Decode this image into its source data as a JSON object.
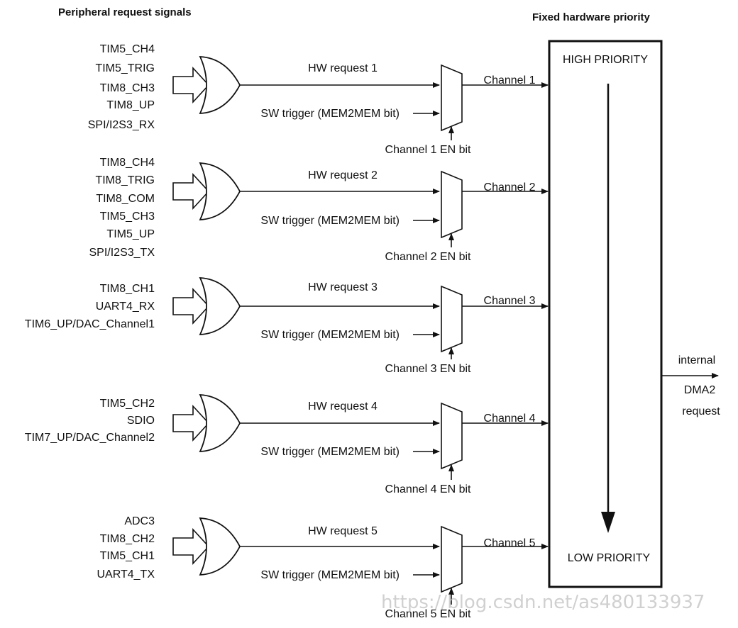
{
  "headings": {
    "peripheral": "Peripheral request signals",
    "fixed_priority": "Fixed hardware priority"
  },
  "priority": {
    "high": "HIGH PRIORITY",
    "low": "LOW PRIORITY"
  },
  "output": {
    "line1": "internal",
    "line2": "DMA2",
    "line3": "request"
  },
  "channels": [
    {
      "signals": [
        "TIM5_CH4",
        "TIM5_TRIG",
        "TIM8_CH3",
        "TIM8_UP",
        "SPI/I2S3_RX"
      ],
      "hw_request": "HW request 1",
      "sw_trigger": "SW trigger (MEM2MEM bit)",
      "channel": "Channel 1",
      "en_bit": "Channel 1 EN bit"
    },
    {
      "signals": [
        "TIM8_CH4",
        "TIM8_TRIG",
        "TIM8_COM",
        "TIM5_CH3",
        "TIM5_UP",
        "SPI/I2S3_TX"
      ],
      "hw_request": "HW request 2",
      "sw_trigger": "SW trigger (MEM2MEM bit)",
      "channel": "Channel 2",
      "en_bit": "Channel 2 EN bit"
    },
    {
      "signals": [
        "TIM8_CH1",
        "UART4_RX",
        "TIM6_UP/DAC_Channel1"
      ],
      "hw_request": "HW request 3",
      "sw_trigger": "SW trigger (MEM2MEM bit)",
      "channel": "Channel 3",
      "en_bit": "Channel 3 EN bit"
    },
    {
      "signals": [
        "TIM5_CH2",
        "SDIO",
        "TIM7_UP/DAC_Channel2"
      ],
      "hw_request": "HW request 4",
      "sw_trigger": "SW trigger (MEM2MEM bit)",
      "channel": "Channel 4",
      "en_bit": "Channel 4 EN bit"
    },
    {
      "signals": [
        "ADC3",
        "TIM8_CH2",
        "TIM5_CH1",
        "UART4_TX"
      ],
      "hw_request": "HW request 5",
      "sw_trigger": "SW trigger (MEM2MEM bit)",
      "channel": "Channel 5",
      "en_bit": "Channel 5 EN bit"
    }
  ],
  "watermark": "https://blog.csdn.net/as480133937"
}
